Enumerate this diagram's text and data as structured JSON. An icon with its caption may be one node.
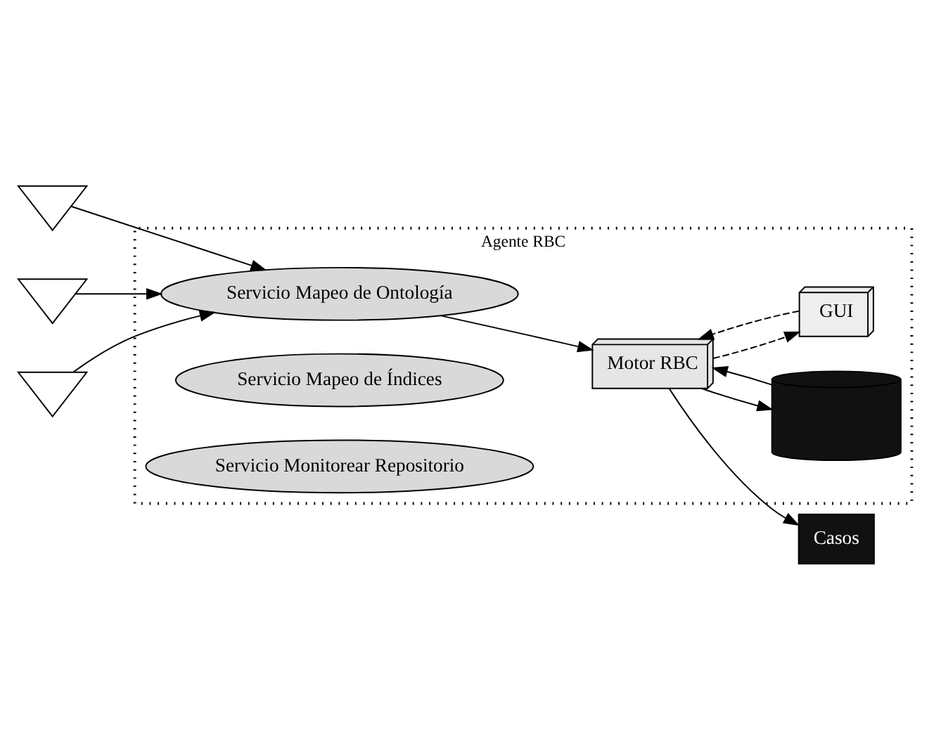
{
  "diagram": {
    "nodes": [
      {
        "text": [],
        "shape": "tree"
      },
      {
        "text": [],
        "shape": "tree"
      },
      {
        "text": [],
        "shape": "tree"
      },
      {
        "text": [
          "Agente RBC"
        ]
      },
      {
        "text": [
          "Servicio Mapeo de Ontología"
        ],
        "in": 3
      },
      {
        "text": [
          "Servicio Mapeo de Índices"
        ],
        "in": 3
      },
      {
        "text": [
          "Servicio Monitorear Repositorio"
        ],
        "in": 3
      },
      {
        "text": [],
        "shape": "cylinder",
        "in": 3
      },
      {
        "text": [
          "Motor RBC"
        ],
        "in": 3
      },
      {
        "text": [
          "GUI"
        ],
        "in": 3
      },
      {
        "text": [
          "Casos"
        ]
      }
    ],
    "edges": [
      {
        "from": 0,
        "to": 4,
        "arrow": "to"
      },
      {
        "from": 1,
        "to": 4,
        "arrow": "to"
      },
      {
        "from": 2,
        "to": 4,
        "arrow": "to"
      },
      {
        "from": 4,
        "to": 8,
        "arrow": "to"
      },
      {
        "from": 7,
        "to": 8,
        "arrow": "to"
      },
      {
        "from": 8,
        "to": 7,
        "arrow": "to"
      },
      {
        "from": 8,
        "to": 9,
        "arrow": "to",
        "style": "dashed"
      },
      {
        "from": 9,
        "to": 8,
        "arrow": "to",
        "style": "dashed"
      },
      {
        "from": 8,
        "to": 10,
        "arrow": "to"
      }
    ]
  }
}
